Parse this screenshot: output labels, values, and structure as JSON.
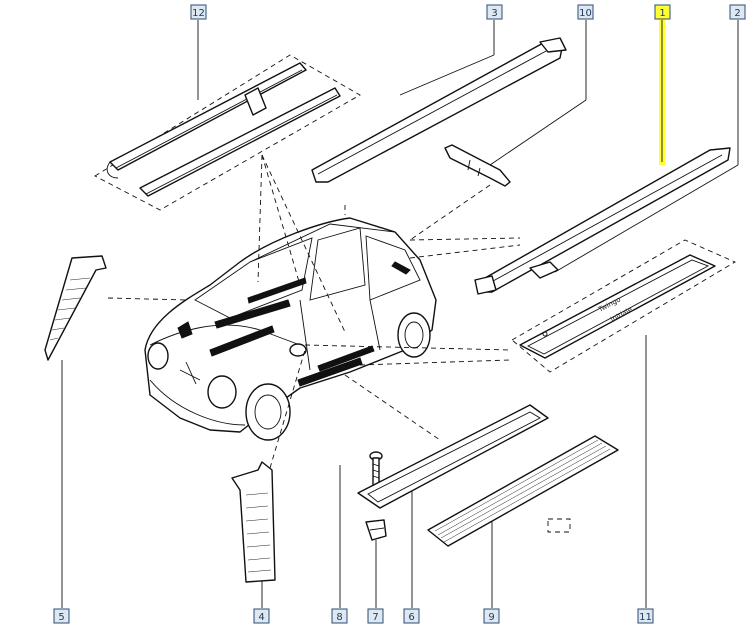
{
  "callouts": [
    {
      "id": "c12",
      "label": "12"
    },
    {
      "id": "c3",
      "label": "3"
    },
    {
      "id": "c10",
      "label": "10"
    },
    {
      "id": "c1",
      "label": "1"
    },
    {
      "id": "c2",
      "label": "2"
    },
    {
      "id": "c5",
      "label": "5"
    },
    {
      "id": "c4",
      "label": "4"
    },
    {
      "id": "c8",
      "label": "8"
    },
    {
      "id": "c7",
      "label": "7"
    },
    {
      "id": "c6",
      "label": "6"
    },
    {
      "id": "c9",
      "label": "9"
    },
    {
      "id": "c11",
      "label": "11"
    }
  ],
  "highlight": {
    "callout": "1",
    "color": "#ffff33"
  },
  "colors": {
    "callout_fill": "#dfe8f0",
    "callout_border": "#2a4d75",
    "ink": "#111111"
  }
}
